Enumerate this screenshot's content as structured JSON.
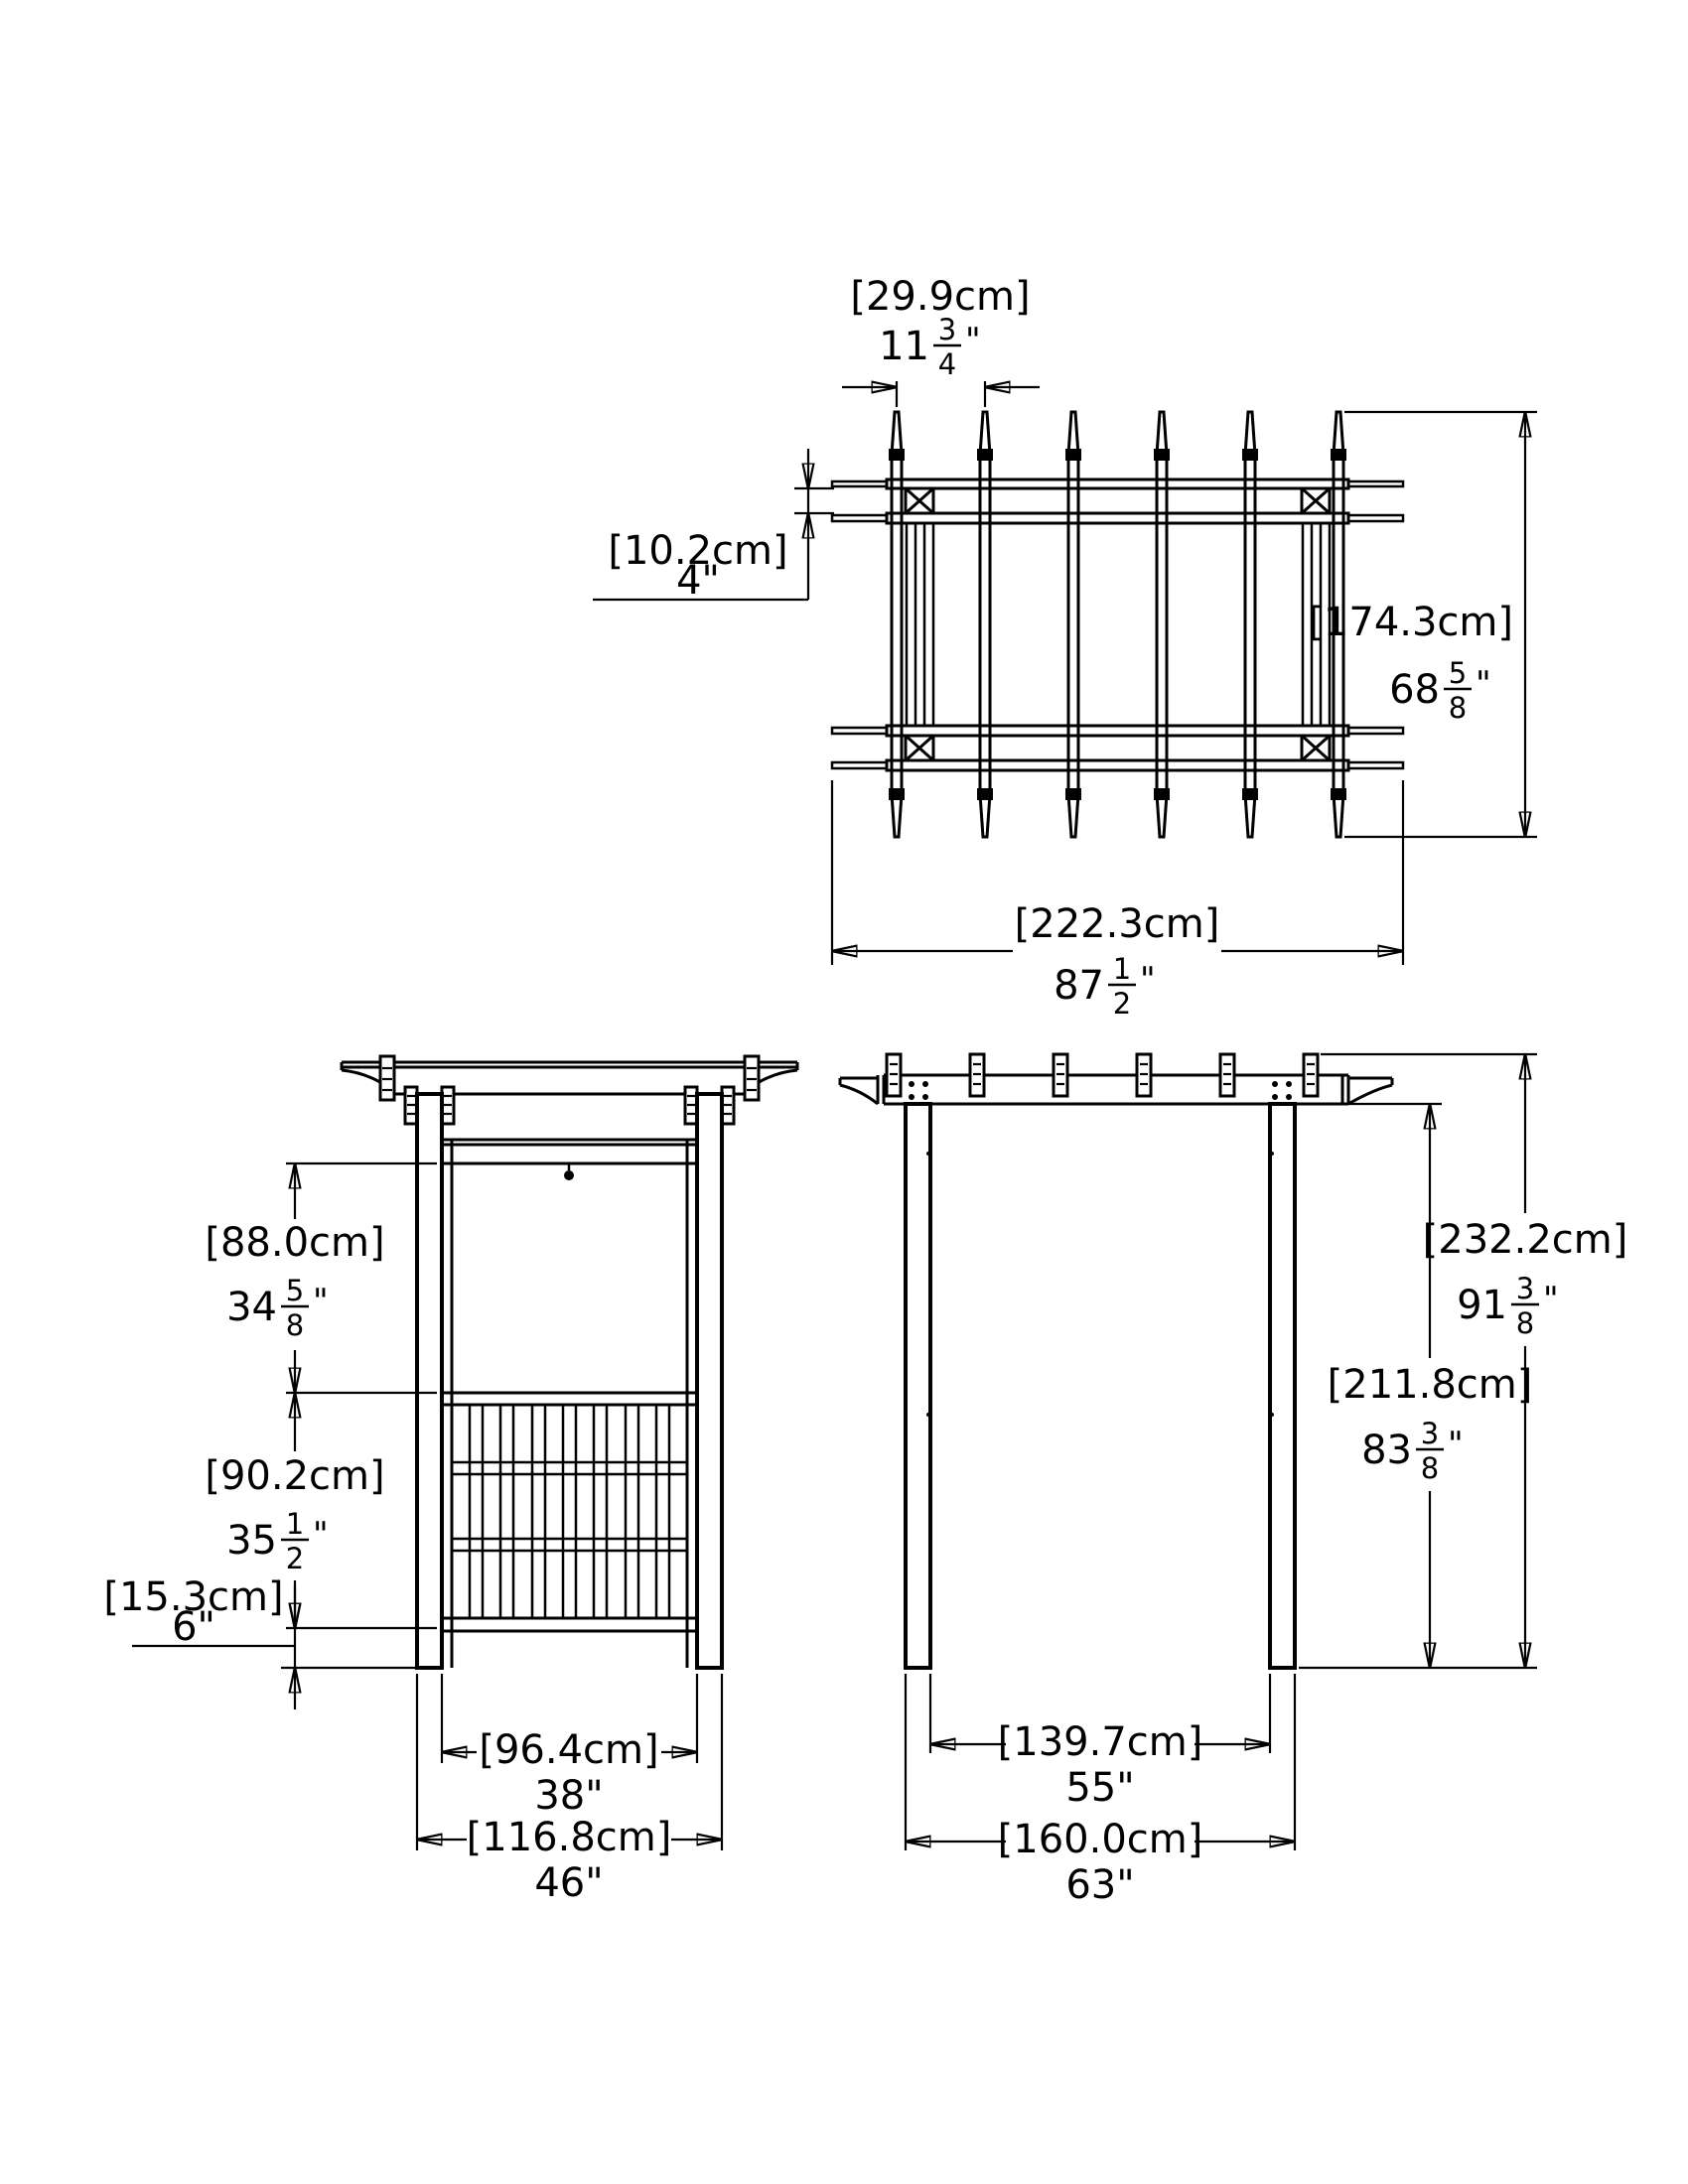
{
  "background": "#ffffff",
  "line_color": "#000000",
  "views": {
    "top": {
      "name": "top view"
    },
    "front": {
      "name": "front view"
    },
    "side": {
      "name": "side view"
    }
  },
  "dimensions": {
    "rafter_spacing": {
      "cm": "[29.9cm]",
      "inch_whole": "11",
      "frac_num": "3",
      "frac_den": "4",
      "inch_mark": "\""
    },
    "beam_pair_gap": {
      "cm": "[10.2cm]",
      "inch": "4\""
    },
    "rafter_length": {
      "cm": "[174.3cm]",
      "inch_whole": "68",
      "frac_num": "5",
      "frac_den": "8",
      "inch_mark": "\""
    },
    "overall_length": {
      "cm": "[222.3cm]",
      "inch_whole": "87",
      "frac_num": "1",
      "frac_den": "2",
      "inch_mark": "\""
    },
    "upper_panel_height": {
      "cm": "[88.0cm]",
      "inch_whole": "34",
      "frac_num": "5",
      "frac_den": "8",
      "inch_mark": "\""
    },
    "lattice_height": {
      "cm": "[90.2cm]",
      "inch_whole": "35",
      "frac_num": "1",
      "frac_den": "2",
      "inch_mark": "\""
    },
    "ground_clearance": {
      "cm": "[15.3cm]",
      "inch": "6\""
    },
    "front_post_spacing": {
      "cm": "[96.4cm]",
      "inch": "38\""
    },
    "front_overall_width": {
      "cm": "[116.8cm]",
      "inch": "46\""
    },
    "total_height": {
      "cm": "[232.2cm]",
      "inch_whole": "91",
      "frac_num": "3",
      "frac_den": "8",
      "inch_mark": "\""
    },
    "post_height": {
      "cm": "[211.8cm]",
      "inch_whole": "83",
      "frac_num": "3",
      "frac_den": "8",
      "inch_mark": "\""
    },
    "side_post_spacing": {
      "cm": "[139.7cm]",
      "inch": "55\""
    },
    "side_overall_width": {
      "cm": "[160.0cm]",
      "inch": "63\""
    }
  }
}
